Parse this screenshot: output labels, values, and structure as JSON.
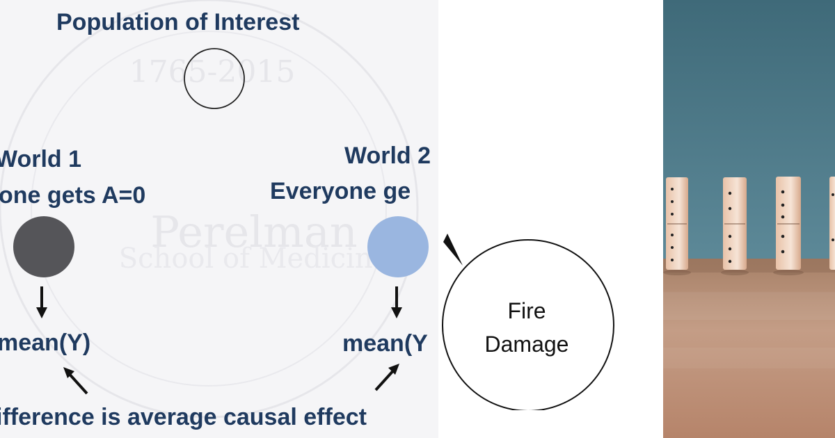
{
  "slide": {
    "title": "Population of Interest",
    "watermark": {
      "years": "1765-2015",
      "name": "Perelman",
      "school": "School of Medicine"
    },
    "world1": {
      "heading": "World 1",
      "subheading": "one gets A=0",
      "outcome": "mean(Y)"
    },
    "world2": {
      "heading": "World 2",
      "subheading": "Everyone ge",
      "outcome": "mean(Y"
    },
    "caption": "ifference is average causal effect"
  },
  "callout": {
    "line1": "Fire",
    "line2": "Damage"
  },
  "colors": {
    "text": "#1f3a5f",
    "world1_dot": "#555559",
    "world2_dot": "#9ab6e0",
    "wall": "#3e6878",
    "table": "#b98d72"
  }
}
